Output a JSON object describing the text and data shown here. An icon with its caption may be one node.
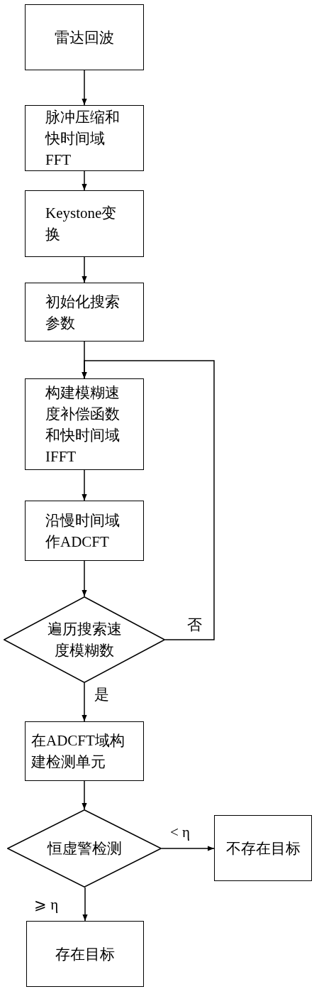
{
  "diagram": {
    "nodes": [
      {
        "text": [
          "雷达回波"
        ]
      },
      {
        "text": [
          "脉冲压缩和快时间域FFT"
        ]
      },
      {
        "text": [
          "Keystone变换"
        ]
      },
      {
        "text": [
          "初始化搜索参数"
        ]
      },
      {
        "text": [
          "构建模糊速度补偿函数和快时间域IFFT"
        ]
      },
      {
        "text": [
          "沿慢时间域作ADCFT"
        ]
      },
      {
        "text": [
          "遍历搜索速度模糊数"
        ]
      },
      {
        "text": [
          "在ADCFT域构建检测单元"
        ]
      },
      {
        "text": [
          "恒虚警检测"
        ]
      },
      {
        "text": [
          "不存在目标"
        ]
      },
      {
        "text": [
          "存在目标"
        ]
      }
    ],
    "edges": [
      {
        "from": 0,
        "to": 1,
        "arrow": "to"
      },
      {
        "from": 1,
        "to": 2,
        "arrow": "to"
      },
      {
        "from": 2,
        "to": 3,
        "arrow": "to"
      },
      {
        "from": 3,
        "to": 4,
        "arrow": "to"
      },
      {
        "from": 4,
        "to": 5,
        "arrow": "to"
      },
      {
        "from": 5,
        "to": 6,
        "arrow": "to"
      },
      {
        "from": 6,
        "to": 4,
        "arrow": "to",
        "label": "否"
      },
      {
        "from": 6,
        "to": 7,
        "arrow": "to",
        "label": "是"
      },
      {
        "from": 7,
        "to": 8,
        "arrow": "to"
      },
      {
        "from": 8,
        "to": 9,
        "arrow": "to",
        "label": "< η"
      },
      {
        "from": 8,
        "to": 10,
        "arrow": "to",
        "label": "⩾ η"
      }
    ]
  }
}
